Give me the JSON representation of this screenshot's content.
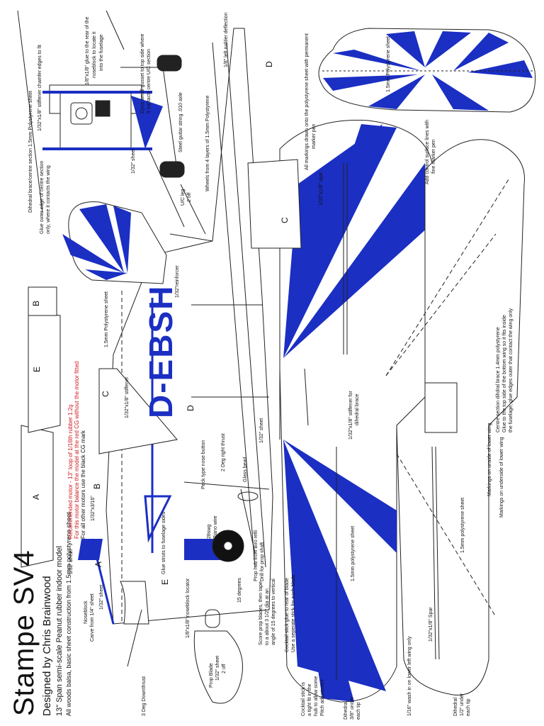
{
  "colors": {
    "blue": "#1b2fc3",
    "red": "#d0161b",
    "line": "#222222"
  },
  "title": {
    "main": "Stampe SV4",
    "designer": "Designed by Chris Brainwood",
    "spec": "13\" Span semi-scale Peanut rubber indoor model",
    "materials": "All woods balsa, basic sheet construction from 1.5mm polystyrene sheet"
  },
  "motor_note": {
    "line1": "Recommended motor - 13\" loop of 1/16th rubber 1.2g",
    "line2": "For this motor balance the model at the red CG without the motor fitted",
    "line3": "For all other motors use the black CG mark"
  },
  "registration": "D-EBSH",
  "parts": {
    "A": "A",
    "B": "B",
    "C": "C",
    "D": "D",
    "E": "E"
  },
  "labels": {
    "dihedral_brace": "Dihedral brace/centre section 1.5mm Polystyrene sheet",
    "stiffener_chamfer": "1/32\"x1/8\" stiffener chamfer edges to fit",
    "glue_to_rear": "1/8\"x1/8\" glue to the rear of the",
    "noseblock_locate": "noseblock to locate it",
    "into_fuselage": "into the fuselage",
    "gusset_1": "Cyno small gusset to top side where",
    "gusset_2": "it contacts centre U/C section",
    "guitar_string": "Steel guitar string .010 axle",
    "rudder_deflection": "1/8\" left rudder deflection",
    "glue_outer_edge_1": "Glue outer edge of centre section",
    "glue_outer_edge_2": "only, where it contacts the wing",
    "sheet_132_a": "1/32\" sheet",
    "uc_leg_1": "U/C leg",
    "uc_leg_2": "2 off",
    "wheels": "Wheels from 4 layers of 1.5mm Polystyrene",
    "poly_sheet_tail": "1.5mm Polystyrene sheet",
    "markings_1": "All markings drawn onto the polystyrene sheet with permanent",
    "markings_2": "marker pen",
    "spar_132_a": "1/32\"x1/8\" spar",
    "control_lines_1": "Add control surface lines with",
    "control_lines_2": "fine marker pen",
    "reinforcer": "1/32\"reinforcer",
    "poly_sheet_fin": "1.5mm Polystyrene sheet",
    "stiffener_fuse": "1/32\"x1/8\" stiffener",
    "peck_nose": "Peck type nose button",
    "right_thrust": "2 Deg right thrust",
    "sheet_132_b": "1/32\" sheet",
    "glass_bead": "Glass bead",
    "stiffener_dihedral_1": "1/32\"x1/8\" stiffener for",
    "stiffener_dihedral_2": "dihedral brace",
    "centre_brace_1": "Centre section dihdral brace 1.4mm polystyrene",
    "centre_brace_2": "Glue to the top side of the bottom wing so it fits inside",
    "centre_brace_3": "the fuselage, glue edges outer that contact the wing only",
    "markings_lower_1": "Markings on unside of lower wing",
    "markings_lower_2": "Markings on underside of lower wing",
    "poly_sheet_wing_a": "1.5mm polystyrene sheet",
    "poly_sheet_wing_b": "1.5mm polystyrene sheet",
    "spar_132_b": "1/32\"x1/8\" Spar",
    "washin": "1/16\" wash in on lower left wing only",
    "dihedral_lower_1": "Dihedral",
    "dihedral_lower_2": "1/2\" under",
    "dihedral_lower_3": "each tip",
    "dihedral_upper_1": "Dihedral",
    "dihedral_upper_2": "3/8\" under",
    "dihedral_upper_3": "each tip",
    "cocktail_1": "Cocktail stick is",
    "cocktail_2": "a tight fit in the",
    "cocktail_3": "hub to allow some",
    "cocktail_4": "Pitch adjustment",
    "cocktail_glue_1": "Cocktail stick glue to rear of blade",
    "cocktail_glue_2": "Use a seperate stick for each blade",
    "prop_blade_1": "Prop Blade",
    "prop_blade_2": "1/32\" sheet",
    "prop_blade_3": "2 off",
    "score_1": "Score prop blades, then tape",
    "score_2": "to a about 3 1/2\" dia at an",
    "score_3": "angle of 15 degrees to vertical",
    "fifteen_deg": "15 degrees",
    "prop_hub_1": "Prop hub from Biro refil",
    "prop_hub_2": "Drill for prop shaft",
    "piano_wire_1": "28swg",
    "piano_wire_2": "Piano wire",
    "noseblock_locator": "1/8\"x1/8\" noseblock locator",
    "glue_struts": "Glue struts to fuselage sides",
    "sheet_132_c": "1/32\" sheet",
    "sheet_132_d": "1/32\" sheet",
    "strut_size": "1/32\"x3/16\"",
    "noseblock_1": "Noseblock",
    "noseblock_2": "Carve from 1/4\" sheet",
    "downthrust": "3 Deg Downthrust"
  }
}
